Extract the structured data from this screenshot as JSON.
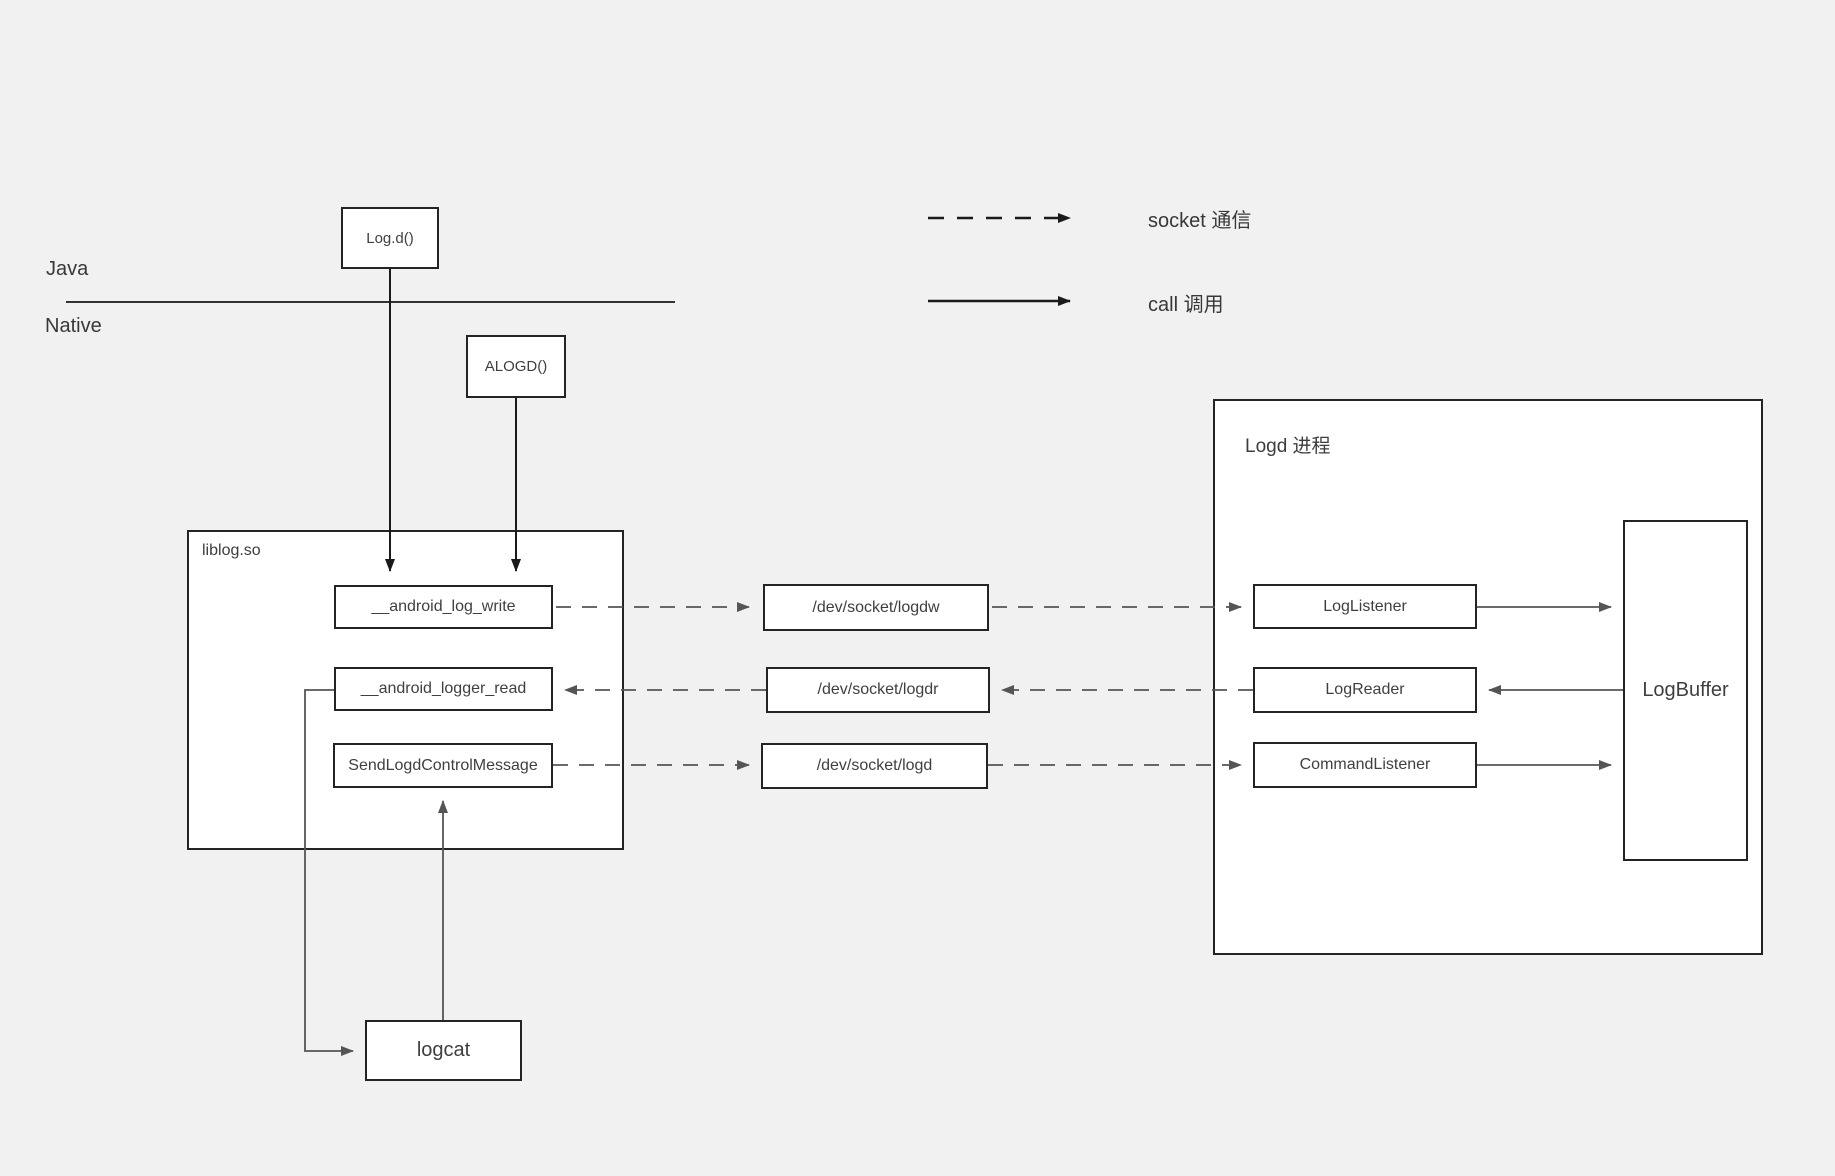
{
  "title": "Android logd logging architecture diagram",
  "colors": {
    "background": "#f1f1f2",
    "box_fill": "#ffffff",
    "box_border": "#242424",
    "call_line": "#1a1a1a",
    "socket_line": "#555555",
    "text": "#3f3f3f"
  },
  "layers": {
    "java_label": "Java",
    "native_label": "Native"
  },
  "legend": {
    "socket_label": "socket 通信",
    "call_label": "call 调用"
  },
  "containers": {
    "liblog": {
      "label": "liblog.so"
    },
    "logd_process": {
      "label": "Logd 进程"
    }
  },
  "nodes": {
    "log_d": {
      "label": "Log.d()"
    },
    "alogd": {
      "label": "ALOGD()"
    },
    "android_log_write": {
      "label": "__android_log_write"
    },
    "android_logger_read": {
      "label": "__android_logger_read"
    },
    "send_logd_control_message": {
      "label": "SendLogdControlMessage"
    },
    "socket_logdw": {
      "label": "/dev/socket/logdw"
    },
    "socket_logdr": {
      "label": "/dev/socket/logdr"
    },
    "socket_logd": {
      "label": "/dev/socket/logd"
    },
    "log_listener": {
      "label": "LogListener"
    },
    "log_reader": {
      "label": "LogReader"
    },
    "command_listener": {
      "label": "CommandListener"
    },
    "log_buffer": {
      "label": "LogBuffer"
    },
    "logcat": {
      "label": "logcat"
    }
  },
  "edges": [
    {
      "from": "Log.d()",
      "to": "__android_log_write",
      "type": "call"
    },
    {
      "from": "ALOGD()",
      "to": "__android_log_write",
      "type": "call"
    },
    {
      "from": "__android_log_write",
      "to": "/dev/socket/logdw",
      "type": "socket"
    },
    {
      "from": "/dev/socket/logdw",
      "to": "LogListener",
      "type": "socket"
    },
    {
      "from": "LogListener",
      "to": "LogBuffer",
      "type": "call"
    },
    {
      "from": "LogBuffer",
      "to": "LogReader",
      "type": "call"
    },
    {
      "from": "LogReader",
      "to": "/dev/socket/logdr",
      "type": "socket"
    },
    {
      "from": "/dev/socket/logdr",
      "to": "__android_logger_read",
      "type": "socket"
    },
    {
      "from": "SendLogdControlMessage",
      "to": "/dev/socket/logd",
      "type": "socket"
    },
    {
      "from": "/dev/socket/logd",
      "to": "CommandListener",
      "type": "socket"
    },
    {
      "from": "CommandListener",
      "to": "LogBuffer",
      "type": "call"
    },
    {
      "from": "__android_logger_read",
      "to": "logcat",
      "type": "call"
    },
    {
      "from": "logcat",
      "to": "SendLogdControlMessage",
      "type": "call"
    }
  ]
}
